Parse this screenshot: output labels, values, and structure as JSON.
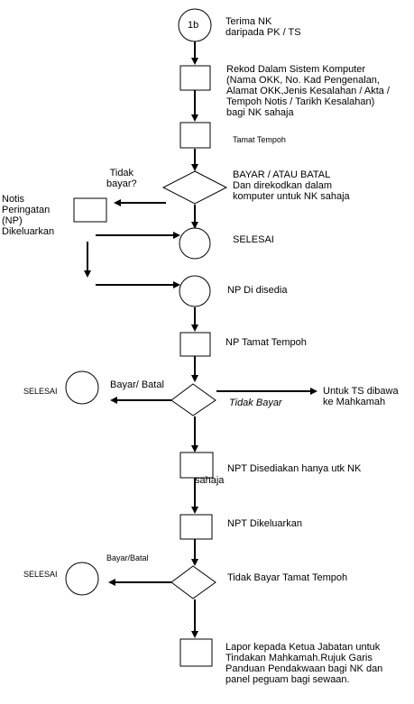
{
  "start_label": "1b",
  "steps": {
    "terima": "Terima NK\ndaripada PK / TS",
    "rekod": "Rekod Dalam Sistem Komputer\n(Nama OKK, No. Kad Pengenalan,\nAlamat OKK,Jenis Kesalahan / Akta /\nTempoh Notis / Tarikh Kesalahan)\nbagi NK sahaja",
    "tamat_tempoh": "Tamat Tempoh",
    "bayar_batal": "BAYAR / ATAU BATAL\nDan direkodkan dalam\nkomputer untuk NK sahaja",
    "tidak_bayar_q": "Tidak\nbayar?",
    "notis": "Notis\nPeringatan\n(NP)\nDikeluarkan",
    "selesai_1": "SELESAI",
    "np_disedia": "NP Di disedia",
    "np_tamat": "NP Tamat Tempoh",
    "bayar_batal_2": "Bayar/ Batal",
    "selesai_2": "SELESAI",
    "tidak_bayar": "Tidak Bayar",
    "untuk_ts": "Untuk TS dibawa\nke  Mahkamah",
    "npt_disediakan": "NPT Disediakan hanya utk NK",
    "sahaja": "sahaja",
    "npt_dikeluarkan": "NPT Dikeluarkan",
    "bayar_batal_3": "Bayar/Batal",
    "selesai_3": "SELESAI",
    "tidak_bayar_tamat": "Tidak Bayar Tamat Tempoh",
    "lapor": "Lapor kepada Ketua Jabatan untuk\nTindakan Mahkamah.Rujuk Garis\nPanduan Pendakwaan bagi NK dan\npanel peguam bagi sewaan."
  }
}
